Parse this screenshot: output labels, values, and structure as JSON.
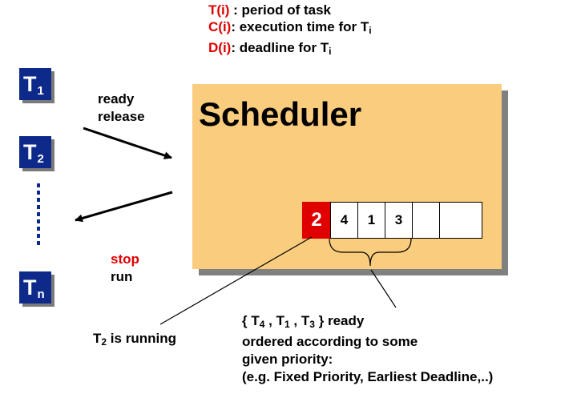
{
  "legend": {
    "t_label": "T(i)",
    "t_desc": " : period of task",
    "c_label": "C(i)",
    "c_desc": ": execution time for T",
    "c_sub": "i",
    "d_label": "D(i)",
    "d_desc": ": deadline for T",
    "d_sub": "i"
  },
  "tasks": [
    {
      "letter": "T",
      "sub": "1"
    },
    {
      "letter": "T",
      "sub": "2"
    },
    {
      "letter": "T",
      "sub": "n"
    }
  ],
  "arrows": {
    "in_line1": "ready",
    "in_line2": "release",
    "out_line1": "stop",
    "out_line2": "run",
    "stop_color": "#e00000"
  },
  "scheduler": {
    "title": "Scheduler",
    "fill": "#f9cc7e",
    "queue": [
      "2",
      "4",
      "1",
      "3",
      "",
      ""
    ],
    "running_color": "#e00000"
  },
  "running_label": {
    "pre": "T",
    "sub": "2",
    "post": " is running"
  },
  "ready_note": {
    "open": "{ T",
    "s1": "4",
    "m1": " , T",
    "s2": "1",
    "m2": " , T",
    "s3": "3",
    "close": " } ready",
    "line2": "ordered according to some",
    "line3": "given priority:",
    "line4": "(e.g. Fixed Priority, Earliest Deadline,..)"
  },
  "task_color": "#0d2a8a"
}
